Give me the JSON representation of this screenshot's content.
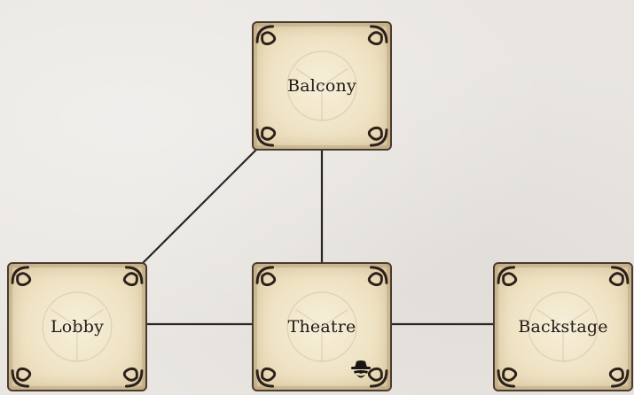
{
  "rooms": {
    "balcony": {
      "label": "Balcony"
    },
    "lobby": {
      "label": "Lobby"
    },
    "theatre": {
      "label": "Theatre",
      "token_icon": "detective-hat-icon"
    },
    "backstage": {
      "label": "Backstage"
    }
  },
  "connections": [
    [
      "balcony",
      "lobby"
    ],
    [
      "balcony",
      "theatre"
    ],
    [
      "lobby",
      "theatre"
    ],
    [
      "theatre",
      "backstage"
    ]
  ],
  "colors": {
    "background": "#e9e6e2",
    "tile": "#efe3c4",
    "line": "#2b2522",
    "ink": "#221a14"
  }
}
